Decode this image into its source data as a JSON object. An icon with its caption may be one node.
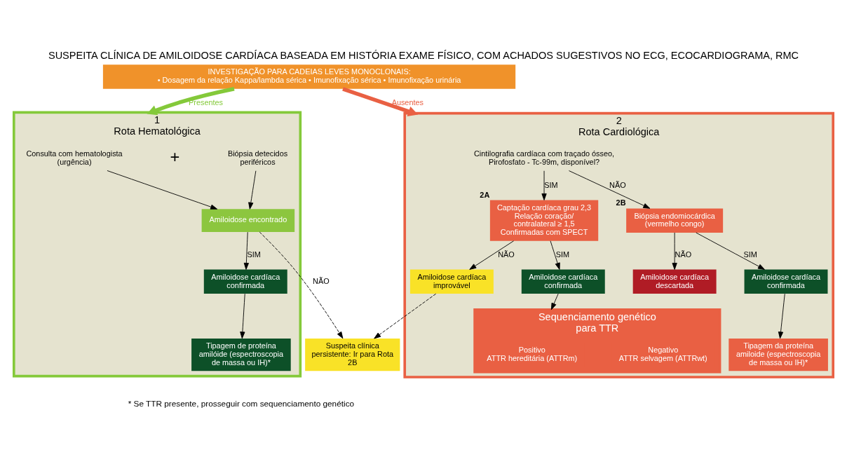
{
  "diagram": {
    "title": "SUSPEITA CLÍNICA DE AMILOIDOSE CARDÍACA BASEADA EM HISTÓRIA EXAME FÍSICO, COM ACHADOS SUGESTIVOS NO ECG, ECOCARDIOGRAMA, RMC",
    "nodes": [
      {
        "text": [
          "INVESTIGAÇÃO PARA CADEIAS LEVES MONOCLONAIS:",
          "• Dosagem da relação Kappa/lambda sérica • Imunofixação sérica • Imunofixação urinária"
        ]
      },
      {
        "text": [
          "1",
          "Rota Hematológica"
        ]
      },
      {
        "text": [
          "Consulta com hematologista (urgência)"
        ],
        "in": 1
      },
      {
        "text": [
          "Biópsia detecidos periféricos"
        ],
        "in": 1
      },
      {
        "text": [
          "Amiloidose encontrado"
        ],
        "in": 1
      },
      {
        "text": [
          "Amiloidose cardíaca confirmada"
        ],
        "in": 1
      },
      {
        "text": [
          "Tipagem de proteína amilóide (espectroscopia de massa ou IH)*"
        ],
        "in": 1
      },
      {
        "text": [
          "Suspeita clínica persistente: Ir para Rota 2B"
        ]
      },
      {
        "text": [
          "2",
          "Rota Cardiológica"
        ]
      },
      {
        "text": [
          "Cintilografia cardíaca com traçado ósseo, Pirofosfato - Tc-99m, disponível?"
        ],
        "in": 8
      },
      {
        "text": [
          "Captação cardíaca grau 2,3 Relação coração/ contralateral ≥ 1,5 Confirmadas com SPECT"
        ],
        "in": 8,
        "beside": [
          "2A"
        ]
      },
      {
        "text": [
          "Biópsia endomiocárdica (vermelho congo)"
        ],
        "in": 8,
        "beside": [
          "2B"
        ]
      },
      {
        "text": [
          "Amiloidose cardíaca improvável"
        ],
        "in": 8
      },
      {
        "text": [
          "Amiloidose cardíaca confirmada"
        ],
        "in": 8
      },
      {
        "text": [
          "Amiloidose cardíaca descartada"
        ],
        "in": 8
      },
      {
        "text": [
          "Amiloidose cardíaca confirmada"
        ],
        "in": 8
      },
      {
        "text": [
          "Sequenciamento genético para TTR"
        ],
        "in": 8
      },
      {
        "text": [
          "Positivo",
          "ATTR hereditária (ATTRm)"
        ],
        "in": 16
      },
      {
        "text": [
          "Negativo",
          "ATTR selvagem (ATTRwt)"
        ],
        "in": 16
      },
      {
        "text": [
          "Tipagem da proteína amiloide (espectroscopia de massa ou IH)*"
        ],
        "in": 8
      }
    ],
    "edges": [
      {
        "from": 0,
        "to": 1,
        "arrow": "to",
        "label": "Presentes",
        "style": "thick",
        "color": "#84c93a"
      },
      {
        "from": 0,
        "to": 8,
        "arrow": "to",
        "label": "Ausentes",
        "style": "thick",
        "color": "#e96043"
      },
      {
        "from": 2,
        "to": 4,
        "arrow": "to"
      },
      {
        "from": 3,
        "to": 4,
        "arrow": "to"
      },
      {
        "from": 4,
        "to": 7,
        "arrow": "to",
        "label": "NÃO",
        "style": "dashed"
      },
      {
        "from": 4,
        "to": 5,
        "arrow": "to",
        "label": "SIM"
      },
      {
        "from": 5,
        "to": 6,
        "arrow": "to"
      },
      {
        "from": 9,
        "to": 10,
        "arrow": "to",
        "label": "SIM"
      },
      {
        "from": 9,
        "to": 11,
        "arrow": "to",
        "label": "NÃO"
      },
      {
        "from": 10,
        "to": 12,
        "arrow": "to",
        "label": "NÃO"
      },
      {
        "from": 10,
        "to": 13,
        "arrow": "to",
        "label": "SIM"
      },
      {
        "from": 11,
        "to": 14,
        "arrow": "to",
        "label": "NÃO"
      },
      {
        "from": 11,
        "to": 15,
        "arrow": "to",
        "label": "SIM"
      },
      {
        "from": 12,
        "to": 7,
        "arrow": "to",
        "style": "dashed"
      },
      {
        "from": 13,
        "to": 16,
        "arrow": "to"
      },
      {
        "from": 15,
        "to": 19,
        "arrow": "to"
      }
    ],
    "labels": [
      "+",
      "* Se TTR presente, prosseguir com sequenciamento genético"
    ]
  }
}
